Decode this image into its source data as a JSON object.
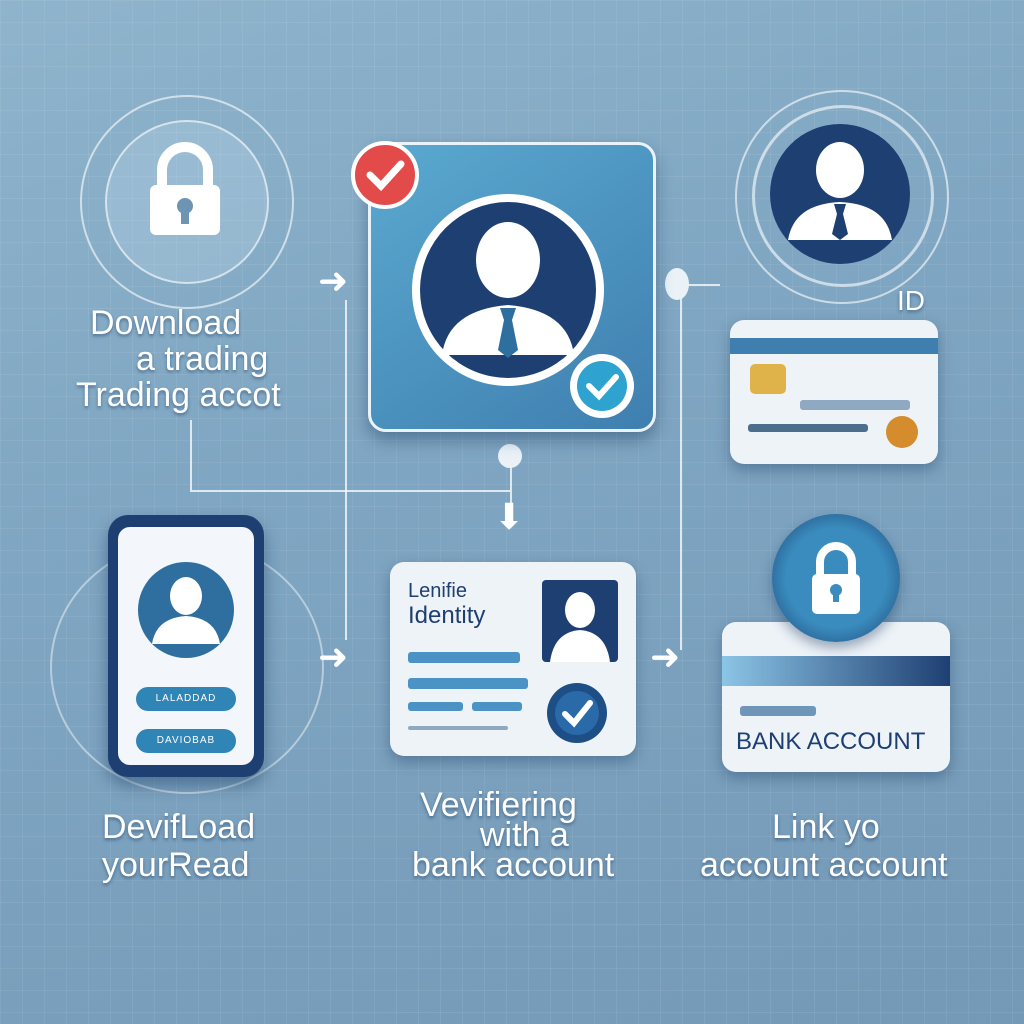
{
  "steps": {
    "download_app": {
      "lines": [
        "Download",
        "a trading",
        "Trading accot"
      ]
    },
    "verify_id": {},
    "id_card": {
      "tag": "ID"
    },
    "download_device": {
      "lines": [
        "DevifLoad",
        "yourRead"
      ],
      "buttons": [
        "LALADDAD",
        "DAVIOBAB"
      ]
    },
    "identity_card": {
      "title_lines": [
        "Lenifie",
        "Identity"
      ],
      "lines": [
        "Vevifiering",
        "with a",
        "bank account"
      ]
    },
    "bank_account": {
      "card_label": "BANK ACCOUNT",
      "lines": [
        "Link yo",
        "account account"
      ]
    }
  },
  "colors": {
    "accent_blue": "#2f6f9f",
    "navy": "#1e3f72",
    "check_red": "#e34b4b",
    "check_green": "#2ea3cf",
    "card_bg": "#eef3f8"
  }
}
